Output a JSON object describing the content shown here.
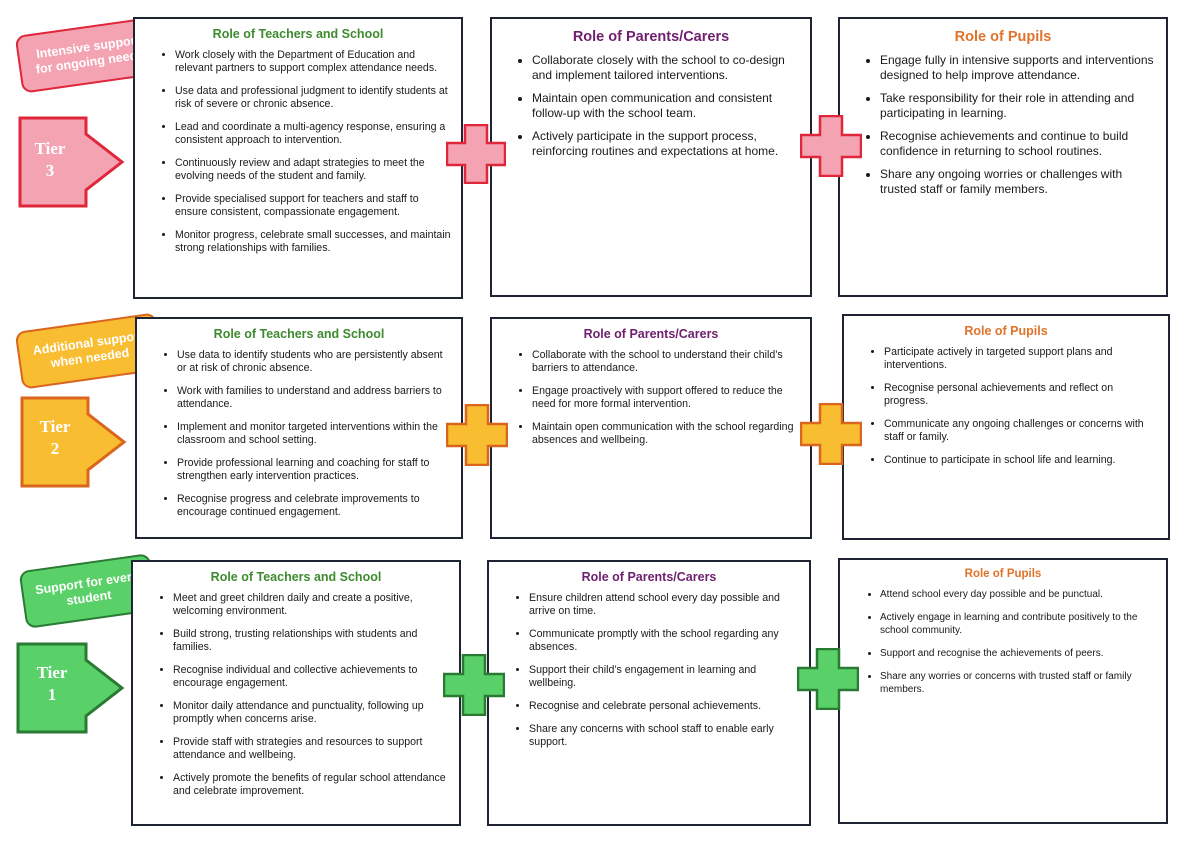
{
  "tiers": [
    {
      "id": "tier3",
      "tag": "Intensive support for ongoing needs",
      "tier_word": "Tier",
      "tier_num": "3",
      "fill": "#f4a3b3",
      "stroke": "#e0263a",
      "teachers": {
        "title": "Role of Teachers and School",
        "items": [
          "Work closely with the Department of Education and relevant partners to support complex attendance needs.",
          "Use data and professional judgment to identify students at risk of severe or chronic absence.",
          "Lead and coordinate a multi-agency response, ensuring a consistent approach to intervention.",
          "Continuously review and adapt strategies to meet the evolving needs of the student and family.",
          "Provide specialised support for teachers and staff to ensure consistent, compassionate engagement.",
          "Monitor progress, celebrate small successes, and maintain strong relationships with families."
        ]
      },
      "parents": {
        "title": "Role of Parents/Carers",
        "items": [
          "Collaborate closely with the school to co-design and implement tailored interventions.",
          "Maintain open communication and consistent follow-up with the school team.",
          "Actively participate in the support process, reinforcing routines and expectations at home."
        ]
      },
      "pupils": {
        "title": "Role of Pupils",
        "items": [
          "Engage fully in intensive supports and interventions designed to help improve attendance.",
          "Take responsibility for their role in attending and participating in learning.",
          "Recognise achievements and continue to build confidence in returning to school routines.",
          "Share any ongoing worries or challenges with trusted staff or family members."
        ]
      }
    },
    {
      "id": "tier2",
      "tag": "Additional support when needed",
      "tier_word": "Tier",
      "tier_num": "2",
      "fill": "#f9bd32",
      "stroke": "#d9661c",
      "teachers": {
        "title": "Role of Teachers and School",
        "items": [
          "Use data to identify students who are persistently absent or at risk of chronic absence.",
          "Work with families to understand and address barriers to attendance.",
          "Implement and monitor targeted interventions within the classroom and school setting.",
          "Provide professional learning and coaching for staff to strengthen early intervention practices.",
          "Recognise progress and celebrate improvements to encourage continued engagement."
        ]
      },
      "parents": {
        "title": "Role of Parents/Carers",
        "items": [
          "Collaborate with the school to understand their child’s barriers to attendance.",
          "Engage proactively with support offered to reduce the need for more formal intervention.",
          "Maintain open communication with the school regarding absences and wellbeing."
        ]
      },
      "pupils": {
        "title": "Role of Pupils",
        "items": [
          "Participate actively in targeted support plans and interventions.",
          "Recognise personal achievements and reflect on progress.",
          "Communicate any ongoing challenges or concerns with staff or family.",
          "Continue to participate in school life and learning."
        ]
      }
    },
    {
      "id": "tier1",
      "tag": "Support for every student",
      "tier_word": "Tier",
      "tier_num": "1",
      "fill": "#59d168",
      "stroke": "#2a7a34",
      "teachers": {
        "title": "Role of Teachers and School",
        "items": [
          "Meet and greet children daily and create a positive, welcoming environment.",
          "Build strong, trusting relationships with students and families.",
          "Recognise individual and collective achievements to encourage engagement.",
          "Monitor daily attendance and punctuality, following up promptly when concerns arise.",
          "Provide staff with strategies and resources to support attendance and wellbeing.",
          "Actively promote the benefits of regular school attendance and celebrate improvement."
        ]
      },
      "parents": {
        "title": "Role of Parents/Carers",
        "items": [
          "Ensure children attend school every day possible and arrive on time.",
          "Communicate promptly with the school regarding any absences.",
          "Support their child’s engagement in learning and wellbeing.",
          "Recognise and celebrate personal achievements.",
          "Share any concerns with school staff to enable early support."
        ]
      },
      "pupils": {
        "title": "Role of Pupils",
        "items": [
          "Attend school every day possible and be punctual.",
          "Actively engage in learning and contribute positively to the school community.",
          "Support and recognise the achievements of peers.",
          "Share any worries or concerns with trusted staff or family members."
        ]
      }
    }
  ]
}
